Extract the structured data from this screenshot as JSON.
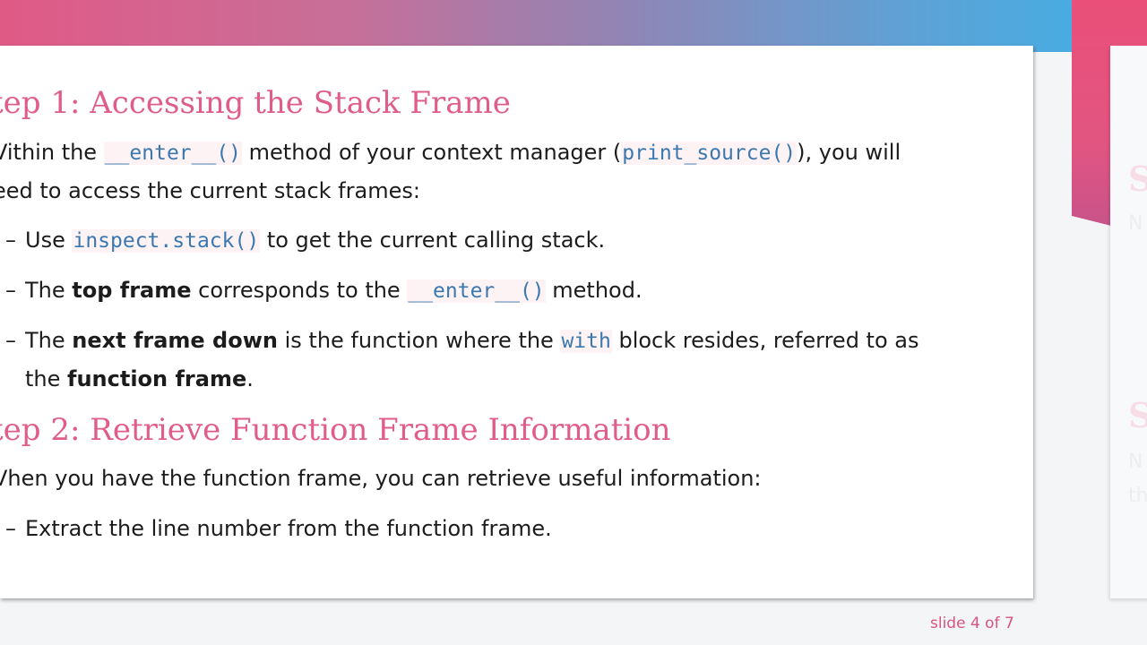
{
  "slide": {
    "heading1": "tep 1: Accessing the Stack Frame",
    "para1": {
      "t1": "Vithin the ",
      "c1": "__enter__()",
      "t2": " method of your context manager (",
      "c2": "print_source()",
      "t3": "), you will",
      "line2": "eed to access the current stack frames:"
    },
    "bullet1": {
      "dash": "–",
      "t1": "Use ",
      "c1": "inspect.stack()",
      "t2": " to get the current calling stack."
    },
    "bullet2": {
      "dash": "–",
      "t1": "The ",
      "b1": "top frame",
      "t2": " corresponds to the ",
      "c1": "__enter__()",
      "t3": " method."
    },
    "bullet3": {
      "dash": "–",
      "t1": "The ",
      "b1": "next frame down",
      "t2": " is the function where the ",
      "c1": "with",
      "t3": " block resides, referred to as",
      "t4": "the ",
      "b2": "function frame",
      "t5": "."
    },
    "heading2": "tep 2: Retrieve Function Frame Information",
    "para2": "Vhen you have the function frame, you can retrieve useful information:",
    "bullet4": {
      "dash": "–",
      "t1": "Extract the line number from the function frame."
    }
  },
  "counter": "slide 4 of 7",
  "colors": {
    "heading": "#df5d88",
    "code": "#3b78b0",
    "accent_pink": "#e94f78",
    "accent_blue": "#3fb0e6"
  }
}
